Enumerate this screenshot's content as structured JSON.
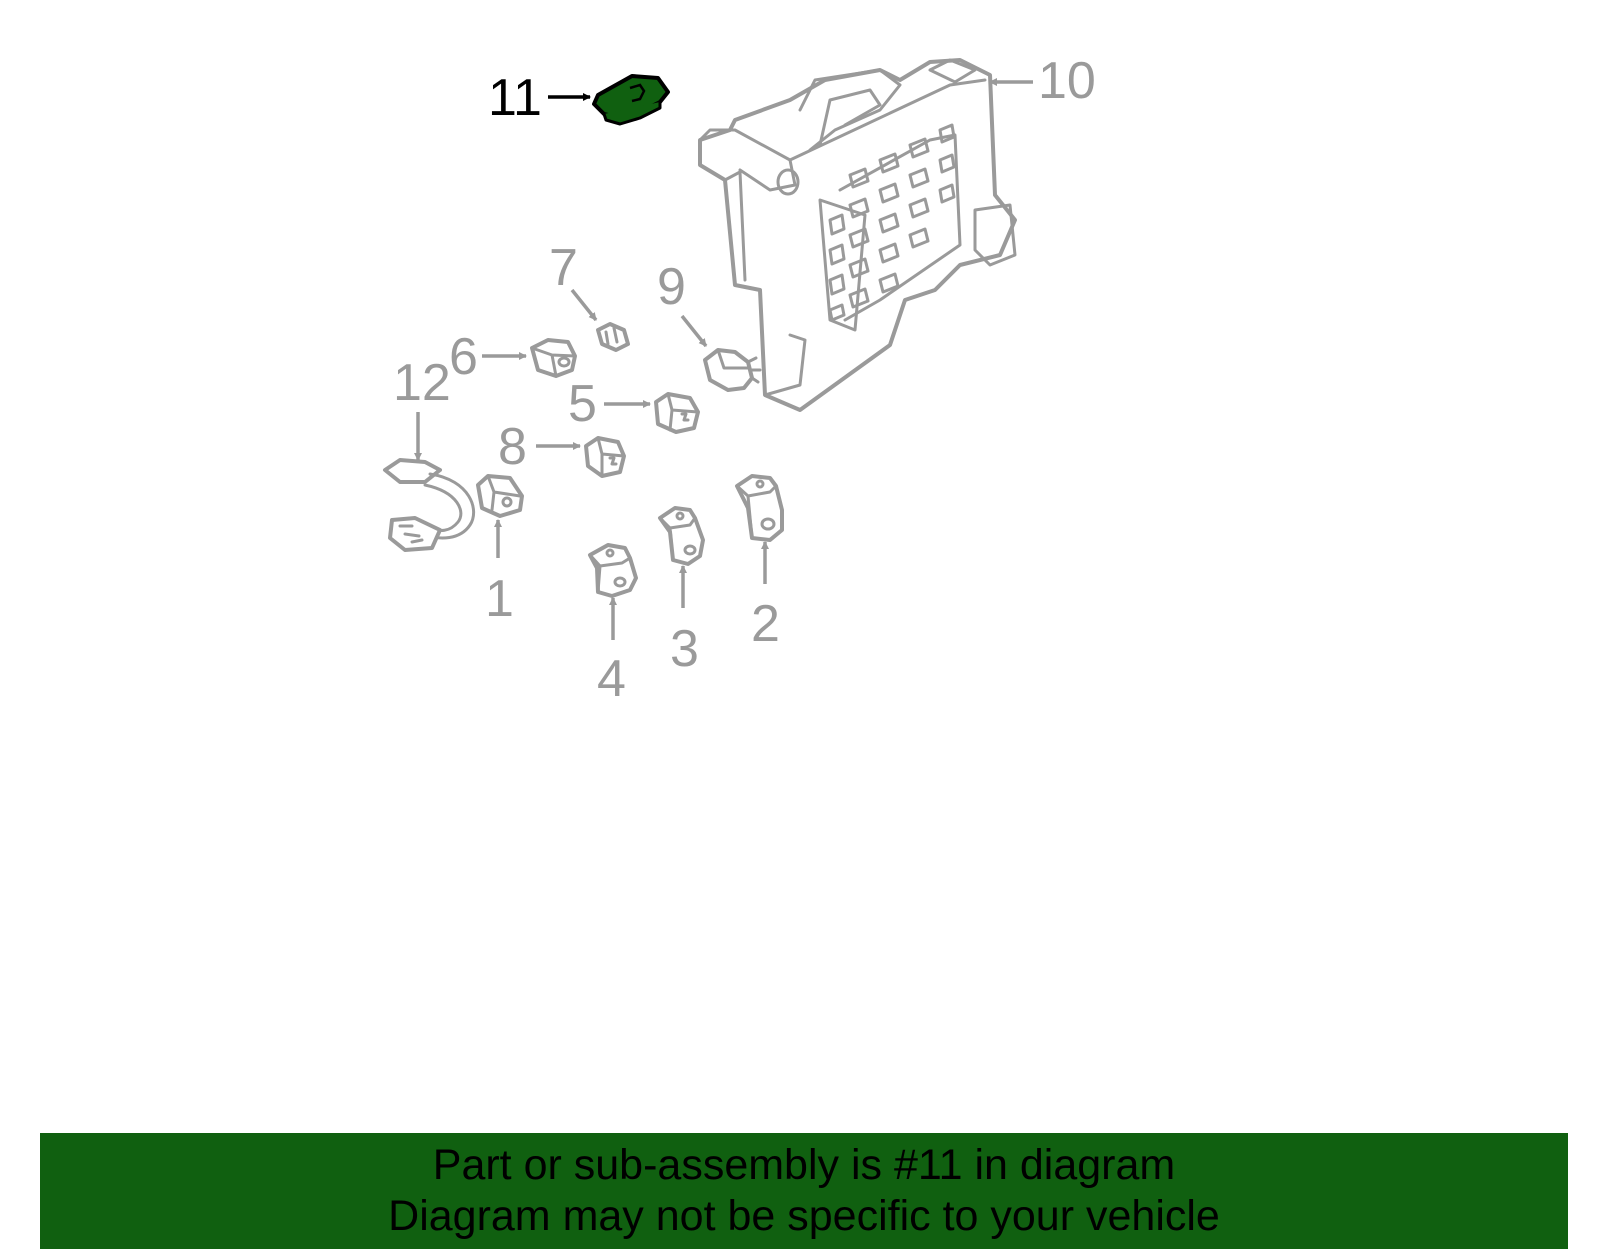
{
  "callouts": [
    {
      "id": "1",
      "label": "1"
    },
    {
      "id": "2",
      "label": "2"
    },
    {
      "id": "3",
      "label": "3"
    },
    {
      "id": "4",
      "label": "4"
    },
    {
      "id": "5",
      "label": "5"
    },
    {
      "id": "6",
      "label": "6"
    },
    {
      "id": "7",
      "label": "7"
    },
    {
      "id": "8",
      "label": "8"
    },
    {
      "id": "9",
      "label": "9"
    },
    {
      "id": "10",
      "label": "10"
    },
    {
      "id": "11",
      "label": "11"
    },
    {
      "id": "12",
      "label": "12"
    }
  ],
  "highlighted_part": "11",
  "banner": {
    "line1": "Part or sub-assembly is #11 in diagram",
    "line2": "Diagram may not be specific to your vehicle"
  },
  "colors": {
    "banner_bg": "#106010",
    "part_highlight": "#106010",
    "line_art": "#9a9a9a",
    "highlight_text": "#000000"
  }
}
